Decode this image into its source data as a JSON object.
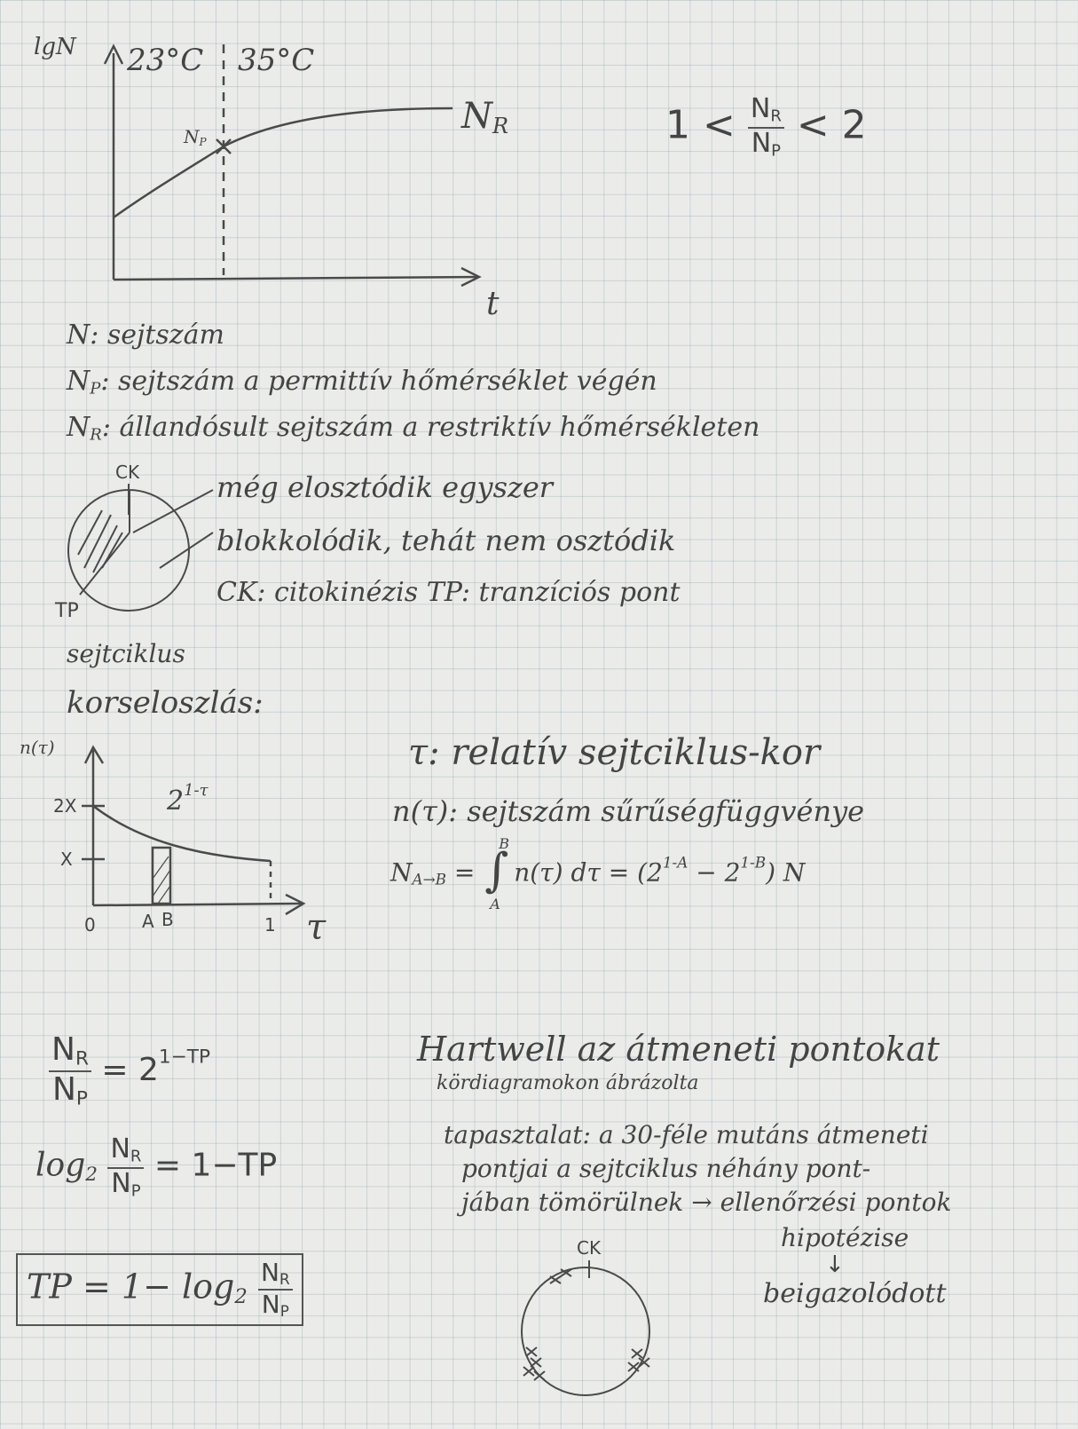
{
  "graph1": {
    "y_axis_label": "lgN",
    "x_axis_label": "t",
    "temp_left": "23°C",
    "temp_right": "35°C",
    "curve_end_label": "N",
    "curve_end_sub": "R",
    "point_label": "N",
    "point_sub": "P"
  },
  "inequality": {
    "left": "1 <",
    "num": "N",
    "num_sub": "R",
    "den": "N",
    "den_sub": "P",
    "right": "< 2"
  },
  "definitions": [
    {
      "key": "N",
      "key_sub": "",
      "text": "sejtszám"
    },
    {
      "key": "N",
      "key_sub": "P",
      "text": "sejtszám a permittív hőmérséklet végén"
    },
    {
      "key": "N",
      "key_sub": "R",
      "text": "állandósult sejtszám a restriktív hőmérsékleten"
    }
  ],
  "cycle_diagram": {
    "label_top": "CK",
    "label_bottom_left": "TP",
    "note1": "még elosztódik egyszer",
    "note2": "blokkolódik, tehát nem osztódik",
    "legend": "CK: citokinézis TP: tranzíciós pont"
  },
  "section_heading_1": "sejtciklus",
  "section_heading_2": "korseloszlás:",
  "graph2": {
    "y_axis_label": "n(τ)",
    "x_axis_label": "τ",
    "y_tick_2x": "2X",
    "y_tick_x": "X",
    "x_tick_0": "0",
    "x_tick_a": "A",
    "x_tick_b": "B",
    "x_tick_1": "1",
    "curve_label_base": "2",
    "curve_label_exp": "1-τ"
  },
  "tau_def": "τ: relatív sejtciklus-kor",
  "density_def": "n(τ): sejtszám sűrűségfüggvénye",
  "integral": {
    "lhs": "N",
    "lhs_sub": "A→B",
    "upper": "B",
    "lower": "A",
    "body": "n(τ) dτ = (2",
    "exp1": "1-A",
    "mid": " − 2",
    "exp2": "1-B",
    "tail": ") N"
  },
  "eq1": {
    "num": "N",
    "num_sub": "R",
    "den": "N",
    "den_sub": "P",
    "rhs": "= 2",
    "exp": "1−TP"
  },
  "eq2": {
    "lhs": "log",
    "lhs_sub": "2",
    "num": "N",
    "num_sub": "R",
    "den": "N",
    "den_sub": "P",
    "rhs": "= 1−TP"
  },
  "eq3": {
    "lhs": "TP = 1− log",
    "lhs_sub": "2",
    "num": "N",
    "num_sub": "R",
    "den": "N",
    "den_sub": "P"
  },
  "hartwell": {
    "line1": "Hartwell az átmeneti pontokat",
    "line2": "kördiagramokon ábrázolta"
  },
  "experience": {
    "line1": "tapasztalat: a 30-féle mutáns átmeneti",
    "line2": "pontjai a sejtciklus néhány pont-",
    "line3": "jában tömörülnek → ellenőrzési pontok",
    "line4": "hipotézise",
    "arrow": "↓",
    "line5": "beigazolódott"
  },
  "circle2_label": "CK"
}
